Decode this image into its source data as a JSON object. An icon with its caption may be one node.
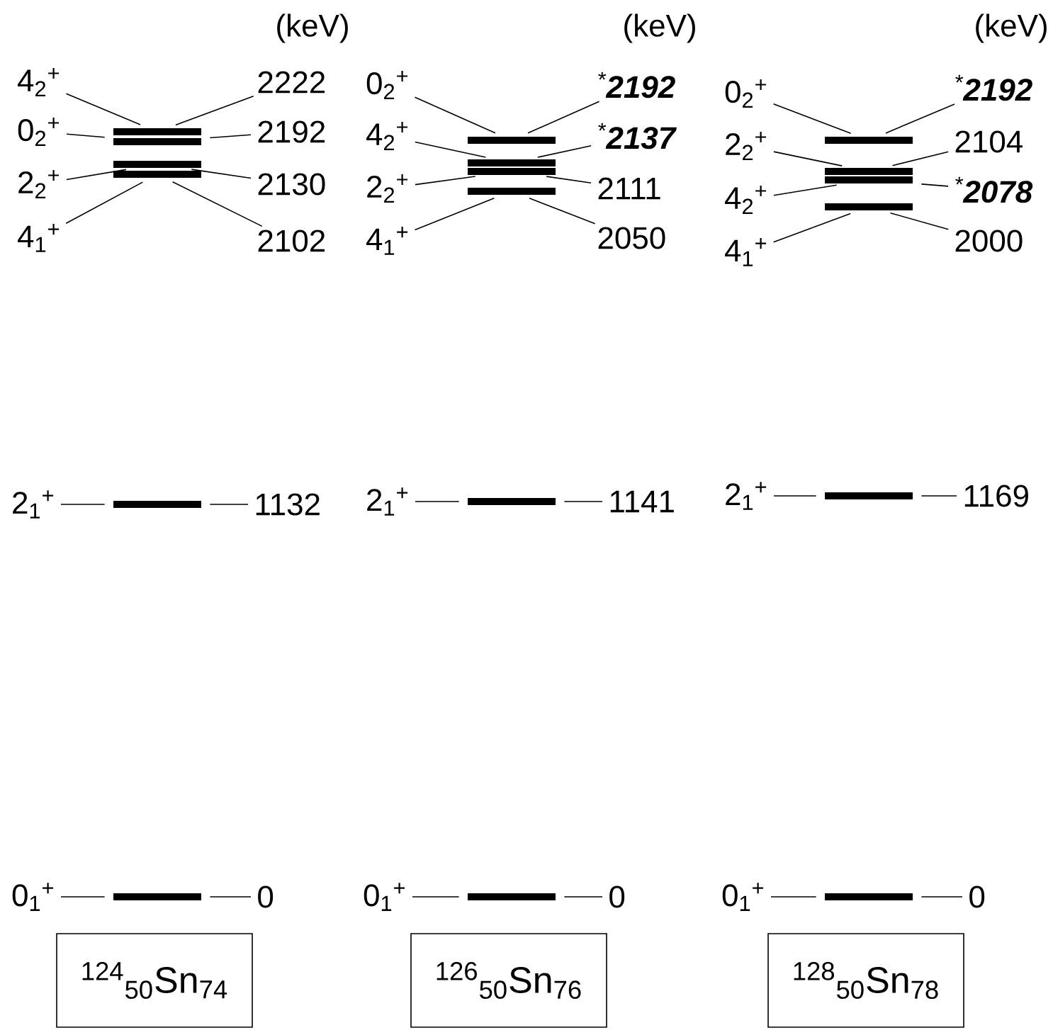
{
  "diagram": {
    "nodes": [
      {
        "text": [
          "4$_{2}$$^{+}$"
        ]
      },
      {
        "text": [
          "0$_{2}$$^{+}$"
        ]
      },
      {
        "text": [
          "2$_{2}$$^{+}$"
        ]
      },
      {
        "text": [
          "4$_{1}$$^{+}$"
        ]
      },
      {
        "text": [],
        "shape": "bar"
      },
      {
        "text": [],
        "shape": "bar"
      },
      {
        "text": [],
        "shape": "bar"
      },
      {
        "text": [],
        "shape": "bar"
      },
      {
        "text": [
          "2222"
        ]
      },
      {
        "text": [
          "2192"
        ]
      },
      {
        "text": [
          "2130"
        ]
      },
      {
        "text": [
          "2102"
        ]
      },
      {
        "text": [
          "2$_{1}$$^{+}$"
        ]
      },
      {
        "text": [],
        "shape": "bar"
      },
      {
        "text": [
          "1132"
        ]
      },
      {
        "text": [
          "0$_{1}$$^{+}$"
        ]
      },
      {
        "text": [],
        "shape": "bar"
      },
      {
        "text": [
          "0"
        ]
      },
      {
        "text": [
          "$^{124}$$_{50}$Sn$_{74}$"
        ]
      },
      {
        "text": [
          "0$_{2}$$^{+}$"
        ]
      },
      {
        "text": [
          "4$_{2}$$^{+}$"
        ]
      },
      {
        "text": [
          "2$_{2}$$^{+}$"
        ]
      },
      {
        "text": [
          "4$_{1}$$^{+}$"
        ]
      },
      {
        "text": [],
        "shape": "bar"
      },
      {
        "text": [],
        "shape": "bar"
      },
      {
        "text": [],
        "shape": "bar"
      },
      {
        "text": [],
        "shape": "bar"
      },
      {
        "text": [
          "$^{*}$**2192**"
        ]
      },
      {
        "text": [
          "$^{*}$**2137**"
        ]
      },
      {
        "text": [
          "2111"
        ]
      },
      {
        "text": [
          "2050"
        ]
      },
      {
        "text": [
          "2$_{1}$$^{+}$"
        ]
      },
      {
        "text": [],
        "shape": "bar"
      },
      {
        "text": [
          "1141"
        ]
      },
      {
        "text": [
          "0$_{1}$$^{+}$"
        ]
      },
      {
        "text": [],
        "shape": "bar"
      },
      {
        "text": [
          "0"
        ]
      },
      {
        "text": [
          "$^{126}$$_{50}$Sn$_{76}$"
        ]
      },
      {
        "text": [
          "0$_{2}$$^{+}$"
        ]
      },
      {
        "text": [
          "2$_{2}$$^{+}$"
        ]
      },
      {
        "text": [
          "4$_{2}$$^{+}$"
        ]
      },
      {
        "text": [
          "4$_{1}$$^{+}$"
        ]
      },
      {
        "text": [],
        "shape": "bar"
      },
      {
        "text": [],
        "shape": "bar"
      },
      {
        "text": [],
        "shape": "bar"
      },
      {
        "text": [],
        "shape": "bar"
      },
      {
        "text": [
          "$^{*}$**2192**"
        ]
      },
      {
        "text": [
          "2104"
        ]
      },
      {
        "text": [
          "$^{*}$**2078**"
        ]
      },
      {
        "text": [
          "2000"
        ]
      },
      {
        "text": [
          "2$_{1}$$^{+}$"
        ]
      },
      {
        "text": [],
        "shape": "bar"
      },
      {
        "text": [
          "1169"
        ]
      },
      {
        "text": [
          "0$_{1}$$^{+}$"
        ]
      },
      {
        "text": [],
        "shape": "bar"
      },
      {
        "text": [
          "0"
        ]
      },
      {
        "text": [
          "$^{128}$$_{50}$Sn$_{78}$"
        ]
      }
    ],
    "edges": [
      {
        "from": 0,
        "to": 4,
        "arrow": "none"
      },
      {
        "from": 1,
        "to": 5,
        "arrow": "none"
      },
      {
        "from": 2,
        "to": 6,
        "arrow": "none"
      },
      {
        "from": 3,
        "to": 7,
        "arrow": "none"
      },
      {
        "from": 8,
        "to": 4,
        "arrow": "none"
      },
      {
        "from": 9,
        "to": 5,
        "arrow": "none"
      },
      {
        "from": 10,
        "to": 6,
        "arrow": "none"
      },
      {
        "from": 11,
        "to": 7,
        "arrow": "none"
      },
      {
        "from": 12,
        "to": 13,
        "arrow": "none"
      },
      {
        "from": 14,
        "to": 13,
        "arrow": "none"
      },
      {
        "from": 15,
        "to": 16,
        "arrow": "none"
      },
      {
        "from": 17,
        "to": 16,
        "arrow": "none"
      },
      {
        "from": 19,
        "to": 23,
        "arrow": "none"
      },
      {
        "from": 20,
        "to": 24,
        "arrow": "none"
      },
      {
        "from": 21,
        "to": 25,
        "arrow": "none"
      },
      {
        "from": 22,
        "to": 26,
        "arrow": "none"
      },
      {
        "from": 27,
        "to": 23,
        "arrow": "none"
      },
      {
        "from": 28,
        "to": 24,
        "arrow": "none"
      },
      {
        "from": 29,
        "to": 25,
        "arrow": "none"
      },
      {
        "from": 30,
        "to": 26,
        "arrow": "none"
      },
      {
        "from": 31,
        "to": 32,
        "arrow": "none"
      },
      {
        "from": 33,
        "to": 32,
        "arrow": "none"
      },
      {
        "from": 34,
        "to": 35,
        "arrow": "none"
      },
      {
        "from": 36,
        "to": 35,
        "arrow": "none"
      },
      {
        "from": 38,
        "to": 42,
        "arrow": "none"
      },
      {
        "from": 39,
        "to": 43,
        "arrow": "none"
      },
      {
        "from": 40,
        "to": 44,
        "arrow": "none"
      },
      {
        "from": 41,
        "to": 45,
        "arrow": "none"
      },
      {
        "from": 46,
        "to": 42,
        "arrow": "none"
      },
      {
        "from": 47,
        "to": 43,
        "arrow": "none"
      },
      {
        "from": 48,
        "to": 44,
        "arrow": "none"
      },
      {
        "from": 49,
        "to": 45,
        "arrow": "none"
      },
      {
        "from": 50,
        "to": 51,
        "arrow": "none"
      },
      {
        "from": 52,
        "to": 51,
        "arrow": "none"
      },
      {
        "from": 53,
        "to": 54,
        "arrow": "none"
      },
      {
        "from": 55,
        "to": 54,
        "arrow": "none"
      }
    ],
    "labels": [
      "(keV)",
      "(keV)",
      "(keV)"
    ]
  }
}
